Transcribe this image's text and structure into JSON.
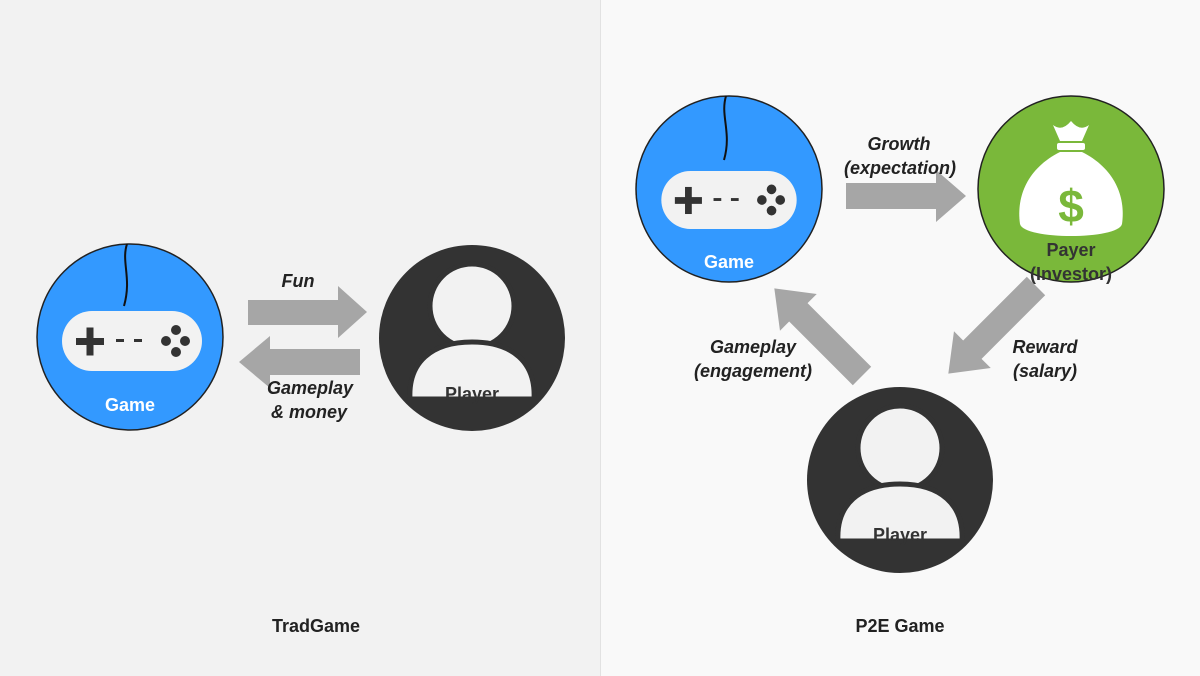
{
  "trad": {
    "game_label": "Game",
    "player_label": "Player",
    "edge_top": "Fun",
    "edge_bottom_line1": "Gameplay",
    "edge_bottom_line2": "& money",
    "caption": "TradGame"
  },
  "p2e": {
    "game_label": "Game",
    "payer_line1": "Payer",
    "payer_line2": "(Investor)",
    "payer_symbol": "$",
    "player_label": "Player",
    "edge_growth_line1": "Growth",
    "edge_growth_line2": "(expectation)",
    "edge_gameplay_line1": "Gameplay",
    "edge_gameplay_line2": "(engagement)",
    "edge_reward_line1": "Reward",
    "edge_reward_line2": "(salary)",
    "caption": "P2E Game"
  },
  "colors": {
    "game_blue": "#3399ff",
    "payer_green": "#7ab83a",
    "player_dark": "#333333",
    "arrow_gray": "#a6a6a6",
    "controller_white": "#f2f2f2"
  },
  "icons": {
    "game": "gamepad-icon",
    "player": "person-icon",
    "payer": "money-bag-icon"
  }
}
